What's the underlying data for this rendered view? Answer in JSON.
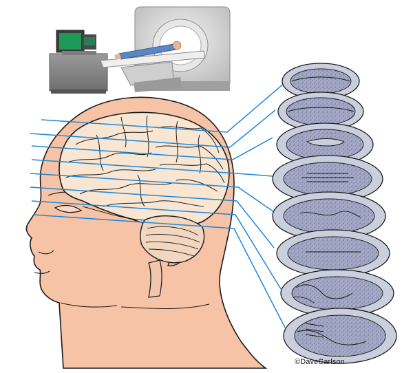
{
  "credit": "©DaveCarlson",
  "colors": {
    "skin": "#f6c3a6",
    "brain": "#f8e6d2",
    "scan_line": "#1e86d8",
    "slice_outer": "#c9cfdd",
    "slice_inner": "#9aa1bf",
    "machine": "#d8d8d8",
    "console_screen": "#1e9a58",
    "ink": "#1a1a1a"
  },
  "slices": [
    {
      "label_hint": "slice-1"
    },
    {
      "label_hint": "slice-2"
    },
    {
      "label_hint": "slice-3"
    },
    {
      "label_hint": "slice-4"
    },
    {
      "label_hint": "slice-5"
    },
    {
      "label_hint": "slice-6"
    },
    {
      "label_hint": "slice-7"
    },
    {
      "label_hint": "slice-8"
    }
  ]
}
